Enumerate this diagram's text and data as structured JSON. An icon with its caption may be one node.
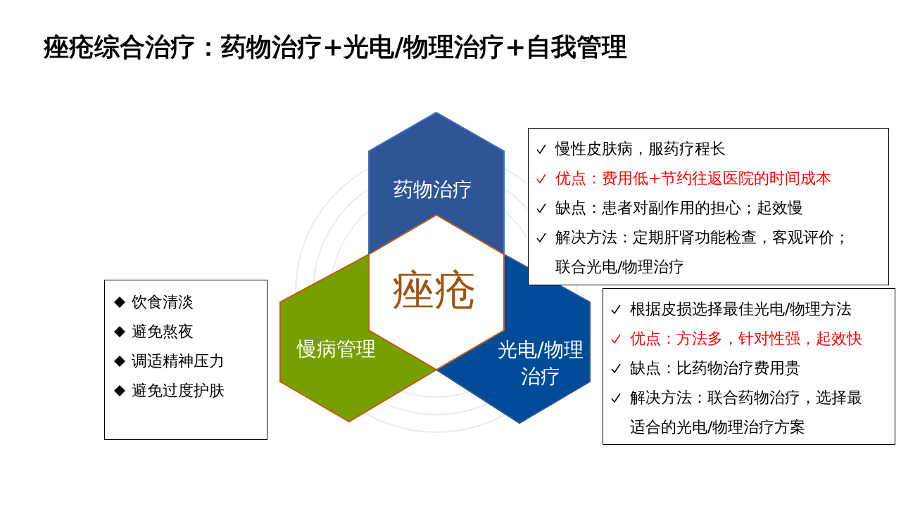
{
  "diagram": {
    "title": "痤疮综合治疗：药物治疗+光电/物理治疗+自我管理",
    "nodes": [
      {
        "text": [
          "药物治疗"
        ]
      },
      {
        "text": [
          "慢病管理"
        ]
      },
      {
        "text": [
          "光电/物理治疗"
        ]
      },
      {
        "text": [
          "痤疮"
        ]
      },
      {
        "text": [
          "慢性皮肤病，服药疗程长",
          "优点：费用低+节约往返医院的时间成本",
          "缺点：患者对副作用的担心；起效慢",
          "解决方法：定期肝肾功能检查，客观评价；联合光电/物理治疗"
        ]
      },
      {
        "text": [
          "根据皮损选择最佳光电/物理方法",
          "优点：方法多，针对性强，起效快",
          "缺点：比药物治疗费用贵",
          "解决方法：联合药物治疗，选择最适合的光电/物理治疗方案"
        ]
      },
      {
        "text": [
          "饮食清淡",
          "避免熬夜",
          "调适精神压力",
          "避免过度护肤"
        ]
      }
    ],
    "edges": []
  }
}
